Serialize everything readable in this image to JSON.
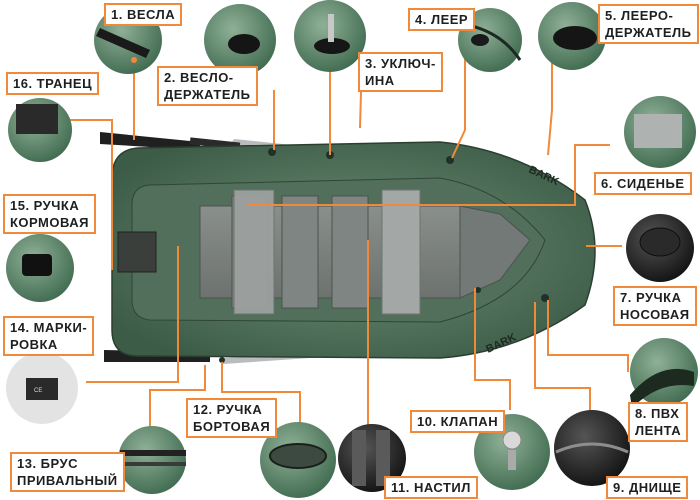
{
  "accent_color": "#f08a3a",
  "boat_brand": "BARK",
  "labels": [
    {
      "id": "oars",
      "text": [
        "1. ВЕСЛА"
      ]
    },
    {
      "id": "oar-holder",
      "text": [
        "2. ВЕСЛО-",
        "ДЕРЖАТЕЛЬ"
      ]
    },
    {
      "id": "oarlock",
      "text": [
        "3. УКЛЮЧ-",
        "ИНА"
      ]
    },
    {
      "id": "rope",
      "text": [
        "4. ЛЕЕР"
      ]
    },
    {
      "id": "rope-holder",
      "text": [
        "5. ЛЕЕРО-",
        "ДЕРЖАТЕЛЬ"
      ]
    },
    {
      "id": "seat",
      "text": [
        "6. СИДЕНЬЕ"
      ]
    },
    {
      "id": "bow-handle",
      "text": [
        "7. РУЧКА",
        "НОСОВАЯ"
      ]
    },
    {
      "id": "pvc-tape",
      "text": [
        "8. ПВХ",
        "ЛЕНТА"
      ]
    },
    {
      "id": "bottom",
      "text": [
        "9. ДНИЩЕ"
      ]
    },
    {
      "id": "valve",
      "text": [
        "10. КЛАПАН"
      ]
    },
    {
      "id": "flooring",
      "text": [
        "11. НАСТИЛ"
      ]
    },
    {
      "id": "side-handle",
      "text": [
        "12. РУЧКА",
        "БОРТОВАЯ"
      ]
    },
    {
      "id": "rub-strake",
      "text": [
        "13. БРУС",
        "ПРИВАЛЬНЫЙ"
      ]
    },
    {
      "id": "marking",
      "text": [
        "14. МАРКИ-",
        "РОВКА"
      ]
    },
    {
      "id": "stern-handle",
      "text": [
        "15. РУЧКА",
        "КОРМОВАЯ"
      ]
    },
    {
      "id": "transom",
      "text": [
        "16. ТРАНЕЦ"
      ]
    }
  ]
}
